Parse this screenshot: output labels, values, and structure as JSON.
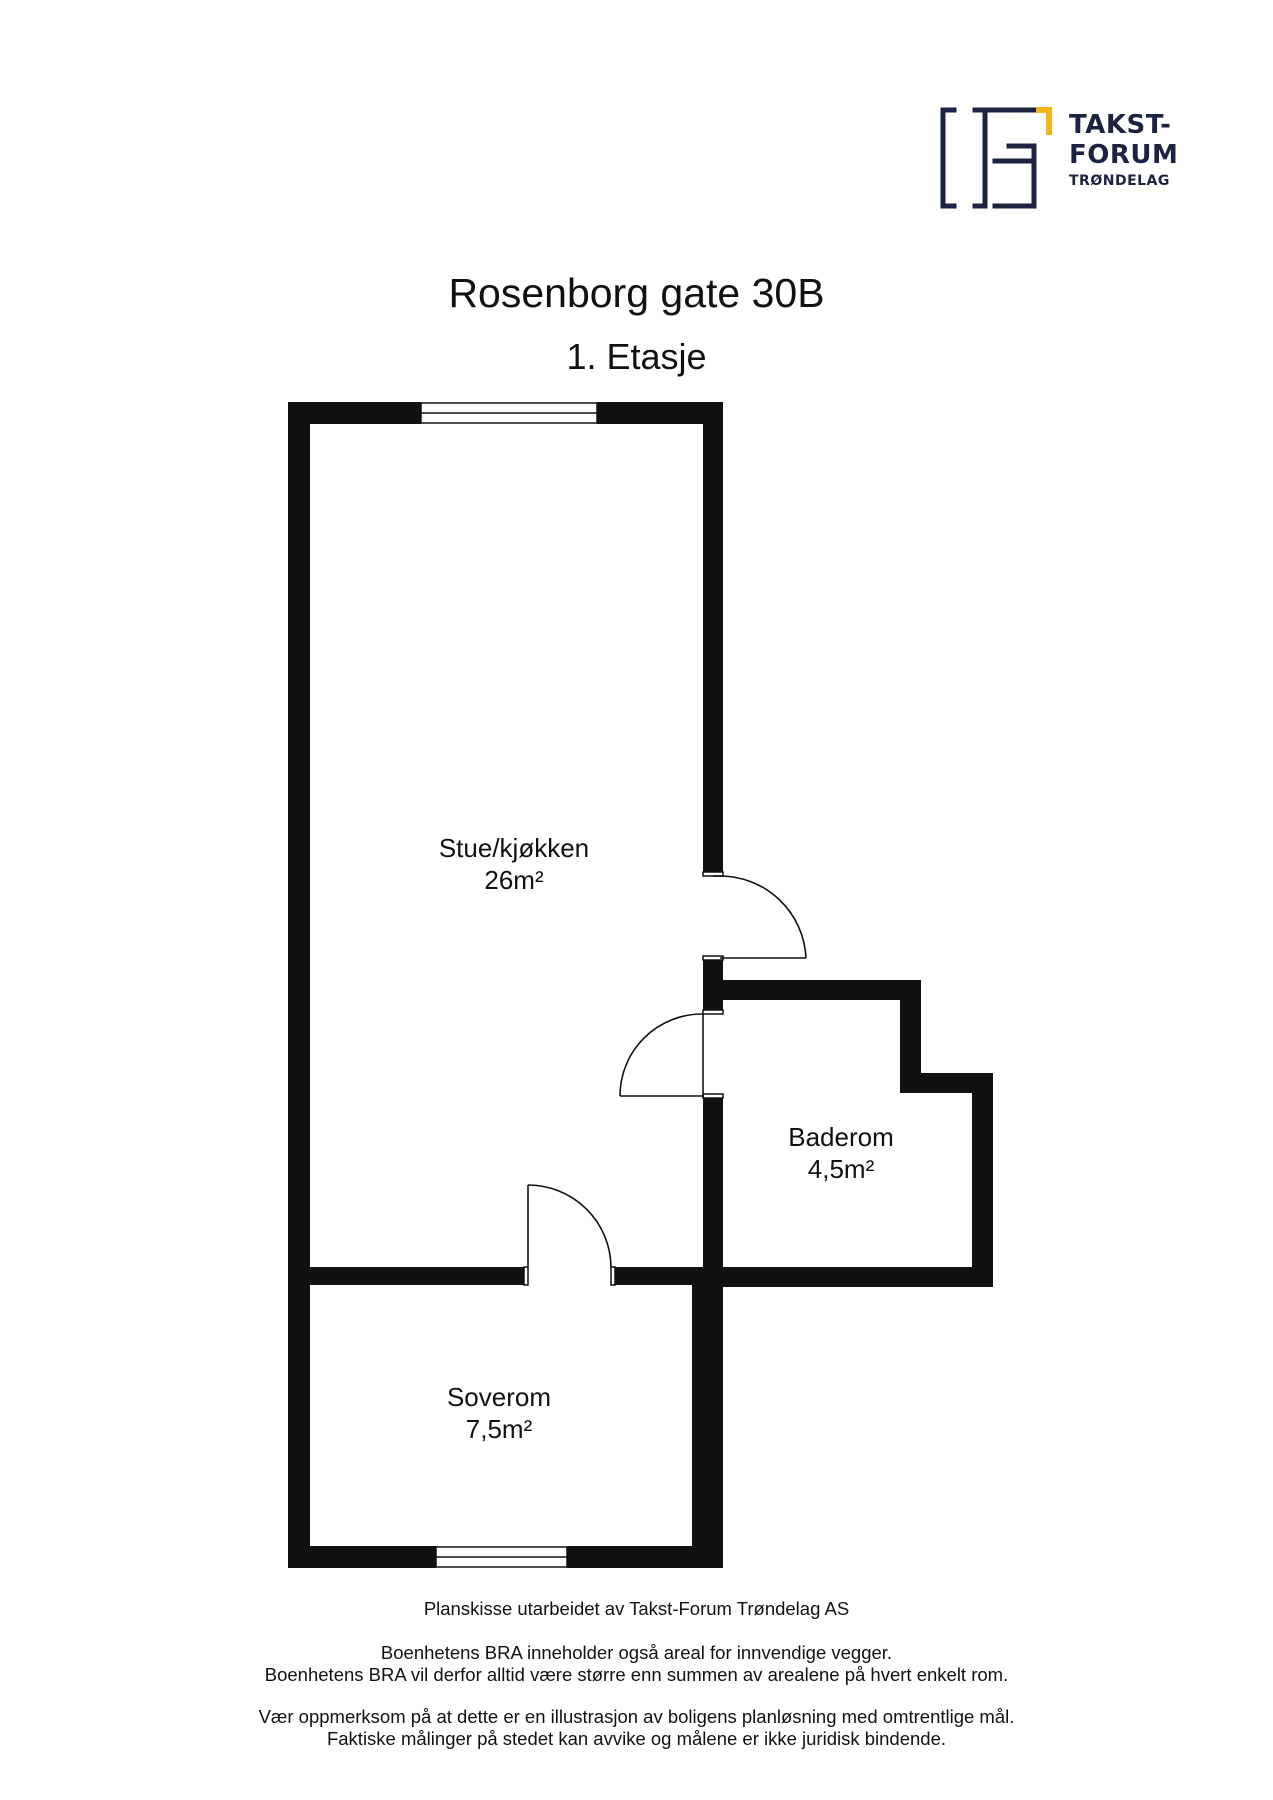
{
  "brand": {
    "line1": "TAKST-",
    "line2": "FORUM",
    "line3": "TRØNDELAG",
    "colors": {
      "navy": "#1b2341",
      "gold": "#f4b41a"
    }
  },
  "title": "Rosenborg gate 30B",
  "floor": "1. Etasje",
  "rooms": {
    "living": {
      "name": "Stue/kjøkken",
      "area": "26m²"
    },
    "bathroom": {
      "name": "Baderom",
      "area": "4,5m²"
    },
    "bedroom": {
      "name": "Soverom",
      "area": "7,5m²"
    }
  },
  "footer": {
    "credit": "Planskisse utarbeidet av Takst-Forum Trøndelag AS",
    "bra_note_1": "Boenhetens BRA inneholder også areal for innvendige vegger.",
    "bra_note_2": "Boenhetens BRA vil derfor alltid være større enn summen av arealene på hvert enkelt rom.",
    "disclaimer_1": "Vær oppmerksom på at dette er en illustrasjon av boligens planløsning med omtrentlige mål.",
    "disclaimer_2": "Faktiske målinger på stedet kan avvike og målene er ikke juridisk bindende."
  }
}
